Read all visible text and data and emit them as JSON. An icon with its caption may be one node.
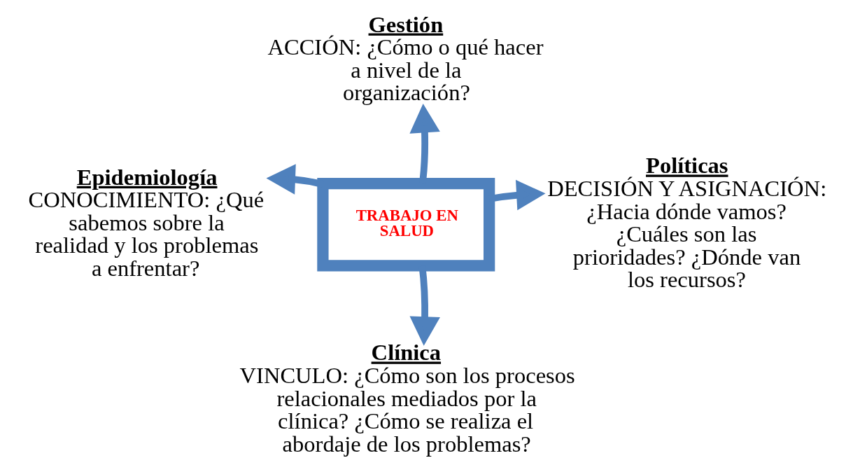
{
  "diagram": {
    "nodes": [
      {
        "text": [
          "TRABAJO EN SALUD"
        ]
      },
      {
        "text": [
          "Gestión",
          "ACCIÓN: ¿Cómo o qué hacer a nivel de la organización?"
        ]
      },
      {
        "text": [
          "Epidemiología",
          "CONOCIMIENTO: ¿Qué sabemos sobre la realidad y los problemas a enfrentar?"
        ]
      },
      {
        "text": [
          "Políticas",
          "DECISIÓN Y ASIGNACIÓN: ¿Hacia dónde vamos? ¿Cuáles son las prioridades? ¿Dónde van los recursos?"
        ]
      },
      {
        "text": [
          "Clínica",
          "VINCULO: ¿Cómo son los procesos relacionales mediados por la clínica? ¿Cómo se realiza el abordaje de los problemas?"
        ]
      }
    ],
    "edges": [
      {
        "from": 0,
        "to": 1,
        "arrow": "to"
      },
      {
        "from": 0,
        "to": 2,
        "arrow": "to"
      },
      {
        "from": 0,
        "to": 3,
        "arrow": "to"
      },
      {
        "from": 0,
        "to": 4,
        "arrow": "to"
      }
    ]
  }
}
